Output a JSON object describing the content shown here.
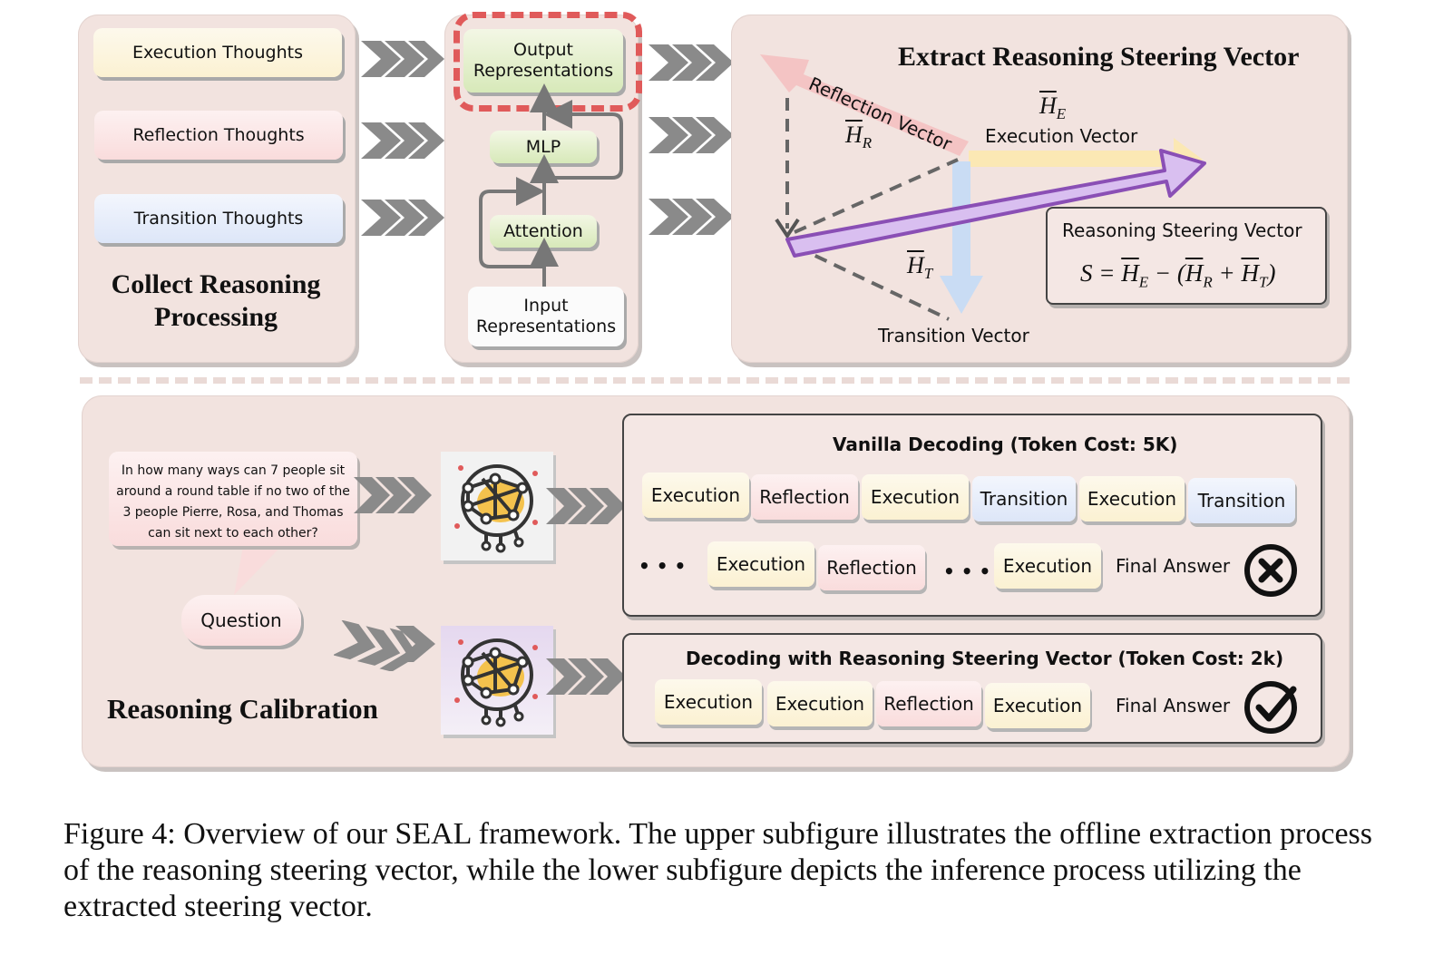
{
  "collect": {
    "execution": "Execution Thoughts",
    "reflection": "Reflection Thoughts",
    "transition": "Transition Thoughts",
    "title_line1": "Collect Reasoning",
    "title_line2": "Processing"
  },
  "model": {
    "output_line1": "Output",
    "output_line2": "Representations",
    "mlp": "MLP",
    "attention": "Attention",
    "input_line1": "Input",
    "input_line2": "Representations"
  },
  "extract": {
    "title": "Extract Reasoning Steering Vector",
    "reflection_vector": "Reflection Vector",
    "execution_vector": "Execution Vector",
    "transition_vector": "Transition Vector",
    "hr_symbol": "H",
    "hr_sub": "R",
    "he_symbol": "H",
    "he_sub": "E",
    "ht_symbol": "H",
    "ht_sub": "T",
    "steering_label": "Reasoning Steering Vector",
    "formula": "S = H̅E − (H̅R + H̅T)"
  },
  "calibration": {
    "question_text": "In how many ways can 7 people sit around a round table if no two of the 3 people Pierre, Rosa, and Thomas can sit next to each other?",
    "question_label": "Question",
    "title": "Reasoning Calibration",
    "vanilla_title": "Vanilla Decoding (Token Cost: 5K)",
    "vanilla_row1": [
      "Execution",
      "Reflection",
      "Execution",
      "Transition",
      "Execution",
      "Transition"
    ],
    "vanilla_row2_ellipsis": "• • •",
    "vanilla_row2": [
      "Execution",
      "Reflection",
      "Execution"
    ],
    "final_answer": "Final Answer",
    "steer_title": "Decoding with Reasoning Steering Vector (Token Cost: 2k)",
    "steer_row": [
      "Execution",
      "Execution",
      "Reflection",
      "Execution"
    ],
    "result_wrong_icon": "x-circle-icon",
    "result_right_icon": "check-circle-icon"
  },
  "caption": "Figure 4: Overview of our SEAL framework. The upper subfigure illustrates the offline extraction process of the reasoning steering vector, while the lower subfigure depicts the inference process utilizing the extracted steering vector.",
  "colors": {
    "panel": "#f2e3df",
    "execution": "#fbf1d2",
    "reflection": "#f9dcdc",
    "transition": "#dde6f8",
    "steering": "#c8a8e0",
    "highlight_dash": "#e05a5a"
  }
}
